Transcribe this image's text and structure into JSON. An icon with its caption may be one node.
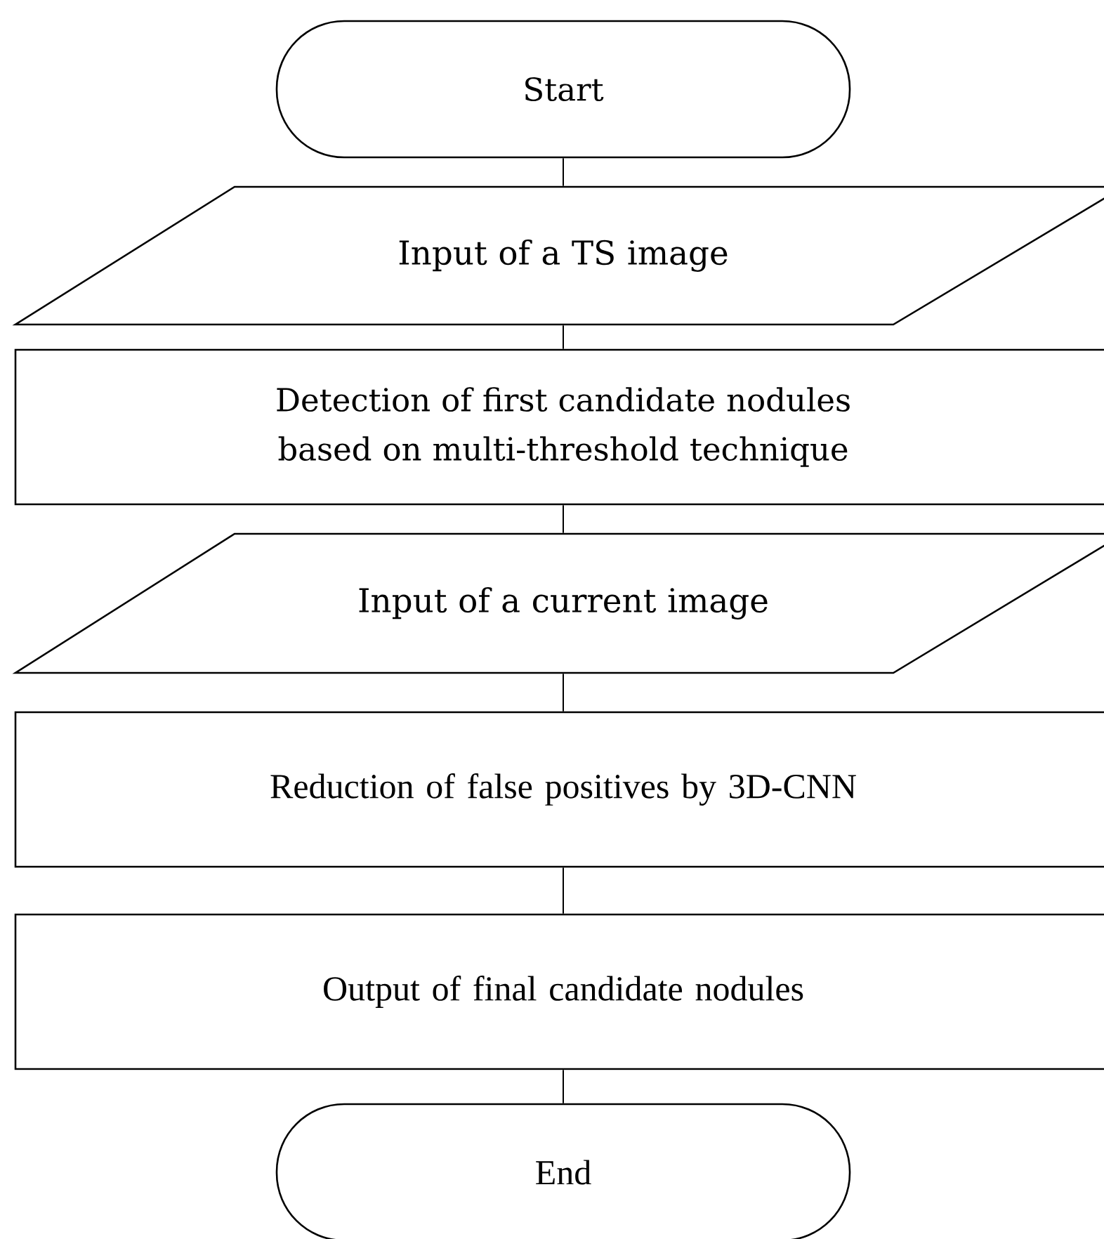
{
  "diagram": {
    "nodes": [
      {
        "text": [
          "Start"
        ]
      },
      {
        "text": [
          "Input of a TS image"
        ]
      },
      {
        "text": [
          "Detection of first candidate nodules based on multi-threshold technique"
        ]
      },
      {
        "text": [
          "Input of a current image"
        ]
      },
      {
        "text": [
          "Reduction of false positives by 3D-CNN"
        ]
      },
      {
        "text": [
          "Output of final candidate nodules"
        ]
      },
      {
        "text": [
          "End"
        ]
      }
    ],
    "edges": [
      {
        "from": 0,
        "to": 1,
        "arrow": "none"
      },
      {
        "from": 1,
        "to": 2,
        "arrow": "none"
      },
      {
        "from": 2,
        "to": 3,
        "arrow": "none"
      },
      {
        "from": 3,
        "to": 4,
        "arrow": "none"
      },
      {
        "from": 4,
        "to": 5,
        "arrow": "none"
      },
      {
        "from": 5,
        "to": 6,
        "arrow": "none"
      }
    ]
  }
}
